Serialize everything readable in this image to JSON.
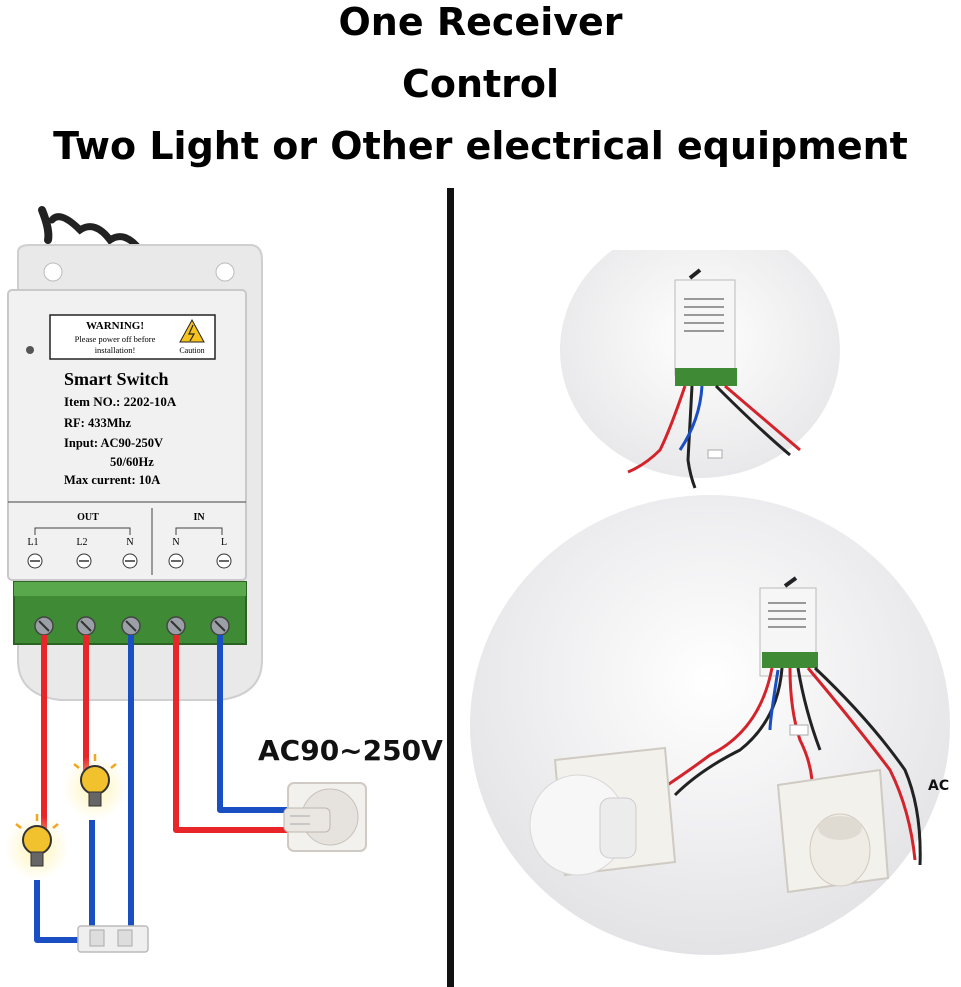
{
  "header": {
    "line1": "One Receiver",
    "line2": "Control",
    "line3": "Two Light or Other electrical equipment"
  },
  "device": {
    "warning_title": "WARNING!",
    "warning_line1": "Please power off before",
    "warning_line2": "installation!",
    "caution": "Caution",
    "name": "Smart Switch",
    "item_no": "Item NO.: 2202-10A",
    "rf": "RF: 433Mhz",
    "input": "Input: AC90-250V",
    "freq": "50/60Hz",
    "max_current": "Max current: 10A",
    "out_label": "OUT",
    "in_label": "IN",
    "terminals": [
      "L1",
      "L2",
      "N",
      "N",
      "L"
    ]
  },
  "supply_label": "AC90~250V",
  "photo_label": "AC",
  "colors": {
    "live_wire": "#e8262a",
    "neutral_wire": "#1a4fc4",
    "terminal_block": "#3f8a34",
    "bulb": "#f2c22e"
  }
}
